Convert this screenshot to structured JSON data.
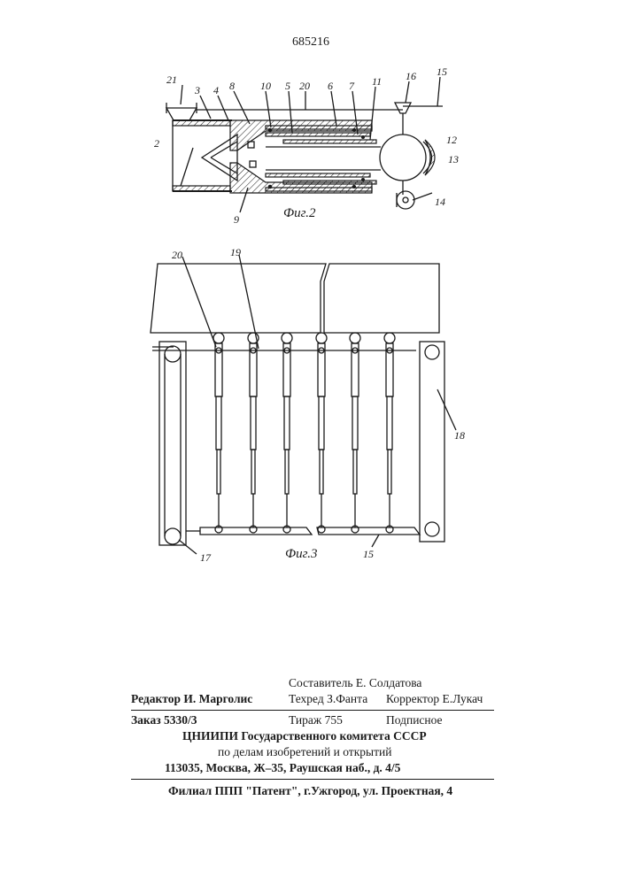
{
  "header": {
    "patent_number": "685216"
  },
  "figure2": {
    "caption": "Фиг.2",
    "labels": [
      "21",
      "3",
      "4",
      "8",
      "10",
      "5",
      "20",
      "6",
      "7",
      "11",
      "16",
      "15",
      "12",
      "13",
      "14",
      "2",
      "9"
    ]
  },
  "figure3": {
    "caption": "Фиг.3",
    "labels": [
      "20",
      "19",
      "18",
      "17",
      "15"
    ]
  },
  "imprint": {
    "composer": "Составитель  Е. Солдатова",
    "editor": "Редактор  И. Марголис",
    "techred": "Техред  З.Фанта",
    "corrector": "Корректор  Е.Лукач",
    "order": "Заказ 5330/3",
    "circulation": "Тираж  755",
    "subscription": "Подписное",
    "org_line1": "ЦНИИПИ Государственного комитета СССР",
    "org_line2": "по делам изобретений и открытий",
    "address": "113035, Москва, Ж–35, Раушская наб., д. 4/5",
    "branch": "Филиал ППП \"Патент\", г.Ужгород, ул. Проектная, 4"
  }
}
